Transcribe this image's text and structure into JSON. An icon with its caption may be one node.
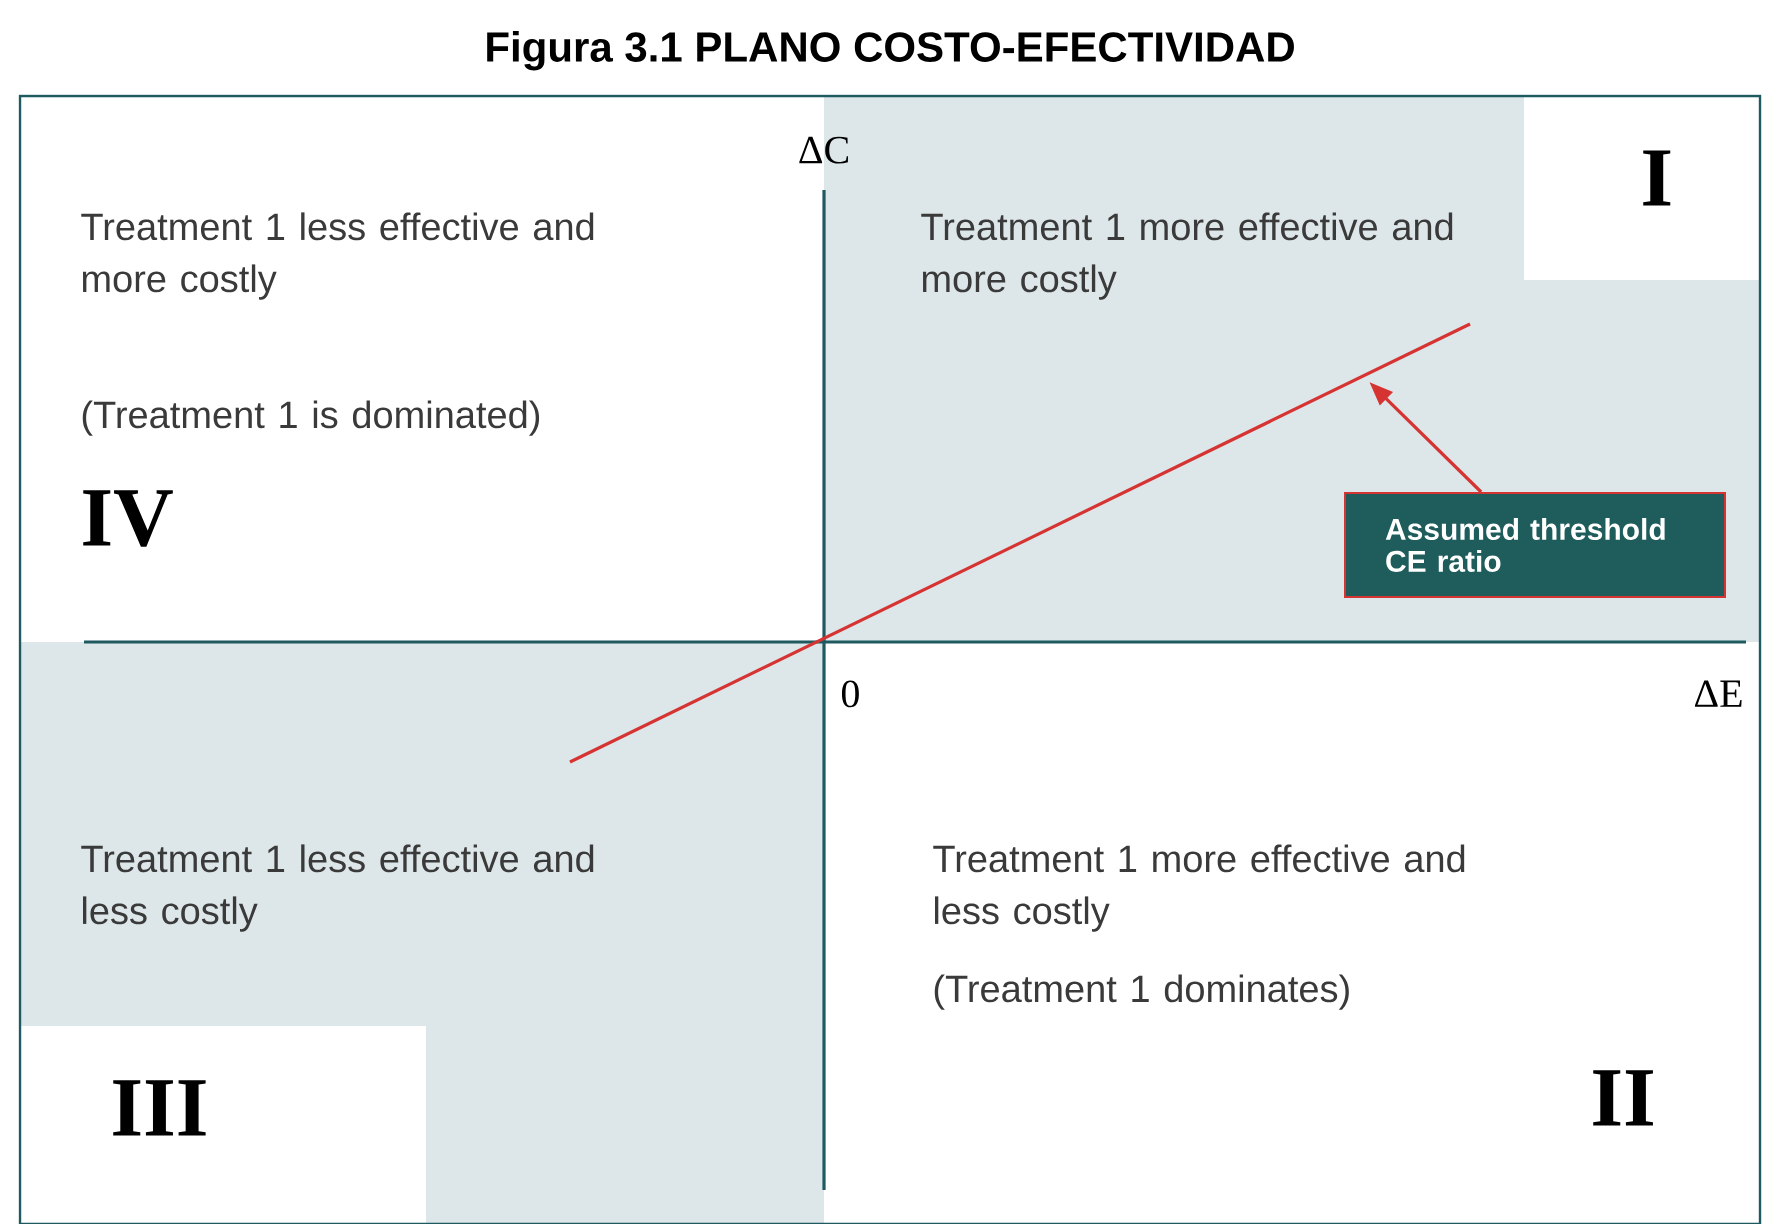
{
  "diagram": {
    "title": "Figura 3.1 PLANO COSTO-EFECTIVIDAD",
    "nodes": [
      {
        "text": [
          "Treatment 1 less effective and more costly",
          "(Treatment 1 is dominated)",
          "IV"
        ]
      },
      {
        "text": [
          "Treatment 1 more effective and more costly",
          "I"
        ]
      },
      {
        "text": [
          "Assumed threshold CE ratio"
        ],
        "in": 1
      },
      {
        "text": [
          "Treatment 1 less effective and less costly",
          "III"
        ]
      },
      {
        "text": [
          "Treatment 1 more effective and less costly",
          "(Treatment 1 dominates)",
          "II"
        ]
      },
      {
        "text": [],
        "shape": "line"
      }
    ],
    "edges": [
      {
        "from": 2,
        "to": 5,
        "arrow": "to"
      }
    ],
    "labels": [
      "ΔC",
      "0",
      "ΔE"
    ]
  }
}
